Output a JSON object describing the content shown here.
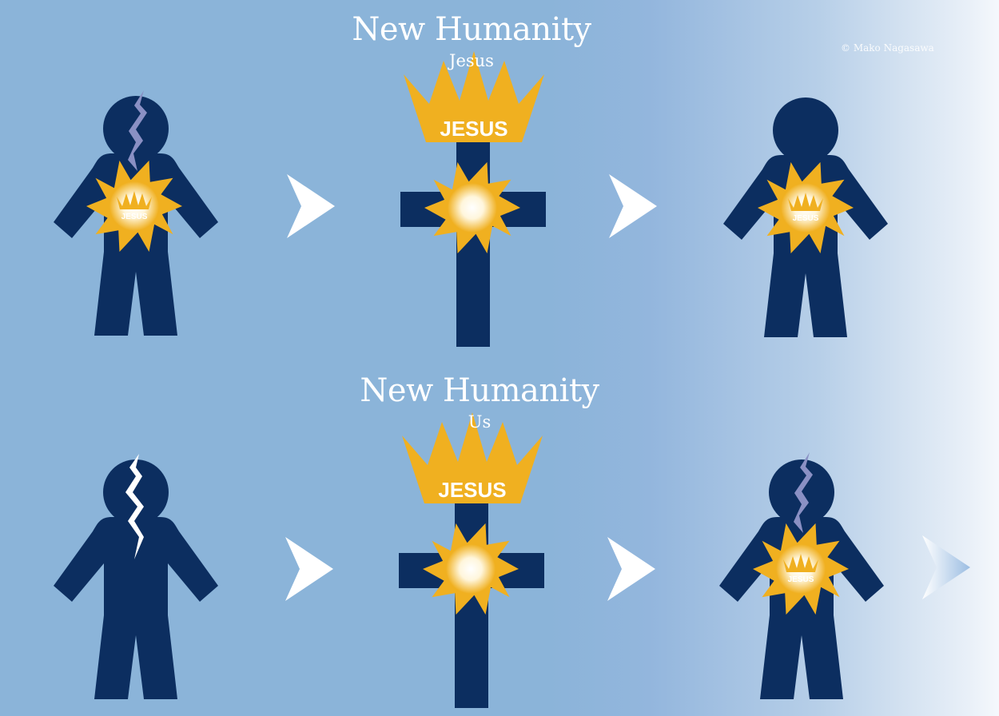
{
  "rows": [
    {
      "title": "New Humanity",
      "subtitle": "Jesus"
    },
    {
      "title": "New Humanity",
      "subtitle": "Us"
    }
  ],
  "crown_text": "JESUS",
  "heart_text": "JESUS",
  "copyright": "© Mako Nagasawa",
  "colors": {
    "background": "#8bb4d9",
    "figure": "#0c2e60",
    "gold": "#f0b020",
    "arrow": "#ffffff",
    "crack_dark": "#8a90c4",
    "crack_light": "#ffffff"
  },
  "icons": [
    "person-icon",
    "cross-icon",
    "crown-icon",
    "sun-icon",
    "arrow-icon",
    "crack-icon"
  ]
}
